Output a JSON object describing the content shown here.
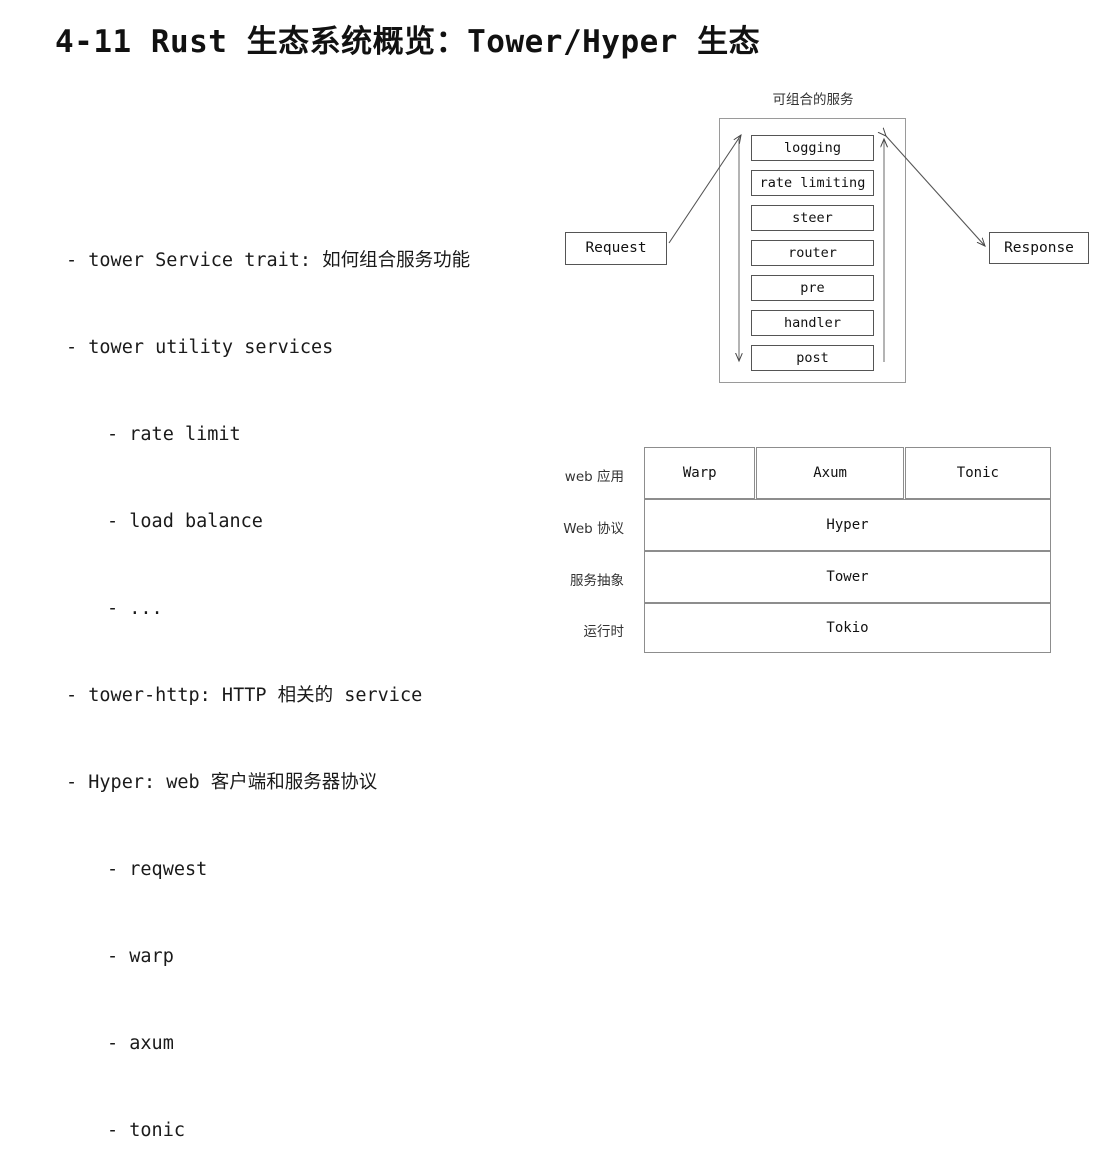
{
  "slide": {
    "title": "4-11 Rust 生态系统概览：Tower/Hyper 生态"
  },
  "bullets": [
    {
      "level": 1,
      "text": "- tower Service trait: 如何组合服务功能"
    },
    {
      "level": 1,
      "text": "- tower utility services"
    },
    {
      "level": 2,
      "text": "- rate limit"
    },
    {
      "level": 2,
      "text": "- load balance"
    },
    {
      "level": 2,
      "text": "- ..."
    },
    {
      "level": 1,
      "text": "- tower-http: HTTP 相关的 service"
    },
    {
      "level": 1,
      "text": "- Hyper: web 客户端和服务器协议"
    },
    {
      "level": 2,
      "text": "- reqwest"
    },
    {
      "level": 2,
      "text": "- warp"
    },
    {
      "level": 2,
      "text": "- axum"
    },
    {
      "level": 2,
      "text": "- tonic"
    }
  ],
  "diagram": {
    "caption": "可组合的服务",
    "request_label": "Request",
    "response_label": "Response",
    "pipeline": [
      "logging",
      "rate limiting",
      "steer",
      "router",
      "pre",
      "handler",
      "post"
    ],
    "colors": {
      "box_border": "#555555",
      "container_border": "#9a9a9a",
      "arrow": "#444444"
    }
  },
  "stack": {
    "labels": [
      "web 应用",
      "Web 协议",
      "服务抽象",
      "运行时"
    ],
    "rows": [
      {
        "cells": [
          "Warp",
          "Axum",
          "Tonic"
        ]
      },
      {
        "cells": [
          "Hyper"
        ]
      },
      {
        "cells": [
          "Tower"
        ]
      },
      {
        "cells": [
          "Tokio"
        ]
      }
    ]
  }
}
